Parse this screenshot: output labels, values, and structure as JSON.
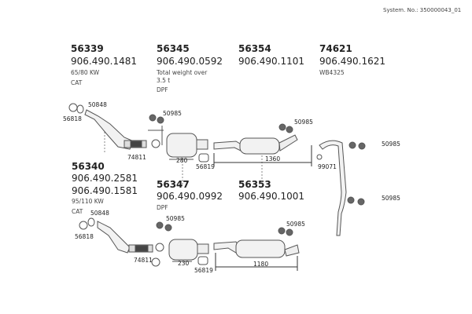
{
  "system_no": "System. No.: 350000043_01",
  "groups_top": [
    {
      "part": "56339",
      "oe": [
        "906.490.1481"
      ],
      "notes": [
        "65/80 KW",
        "CAT"
      ]
    },
    {
      "part": "56345",
      "oe": [
        "906.490.0592"
      ],
      "notes": [
        "Total weight over",
        "3.5 t",
        "DPF"
      ]
    },
    {
      "part": "56354",
      "oe": [
        "906.490.1101"
      ],
      "notes": []
    },
    {
      "part": "74621",
      "oe": [
        "906.490.1621"
      ],
      "notes": [
        "WB4325"
      ]
    }
  ],
  "groups_bottom": [
    {
      "part": "56340",
      "oe": [
        "906.490.2581",
        "906.490.1581"
      ],
      "notes": [
        "95/110 KW",
        "CAT"
      ]
    },
    {
      "part": "56347",
      "oe": [
        "906.490.0992"
      ],
      "notes": [
        "DPF"
      ]
    },
    {
      "part": "56353",
      "oe": [
        "906.490.1001"
      ],
      "notes": []
    }
  ],
  "diagram_labels_top": [
    "50848",
    "56818",
    "50985",
    "74811",
    "280",
    "56819",
    "1360",
    "50985",
    "99071",
    "50985",
    "50985"
  ],
  "diagram_labels_bottom": [
    "50848",
    "56818",
    "50985",
    "74811",
    "230",
    "56819",
    "1180",
    "50985"
  ]
}
